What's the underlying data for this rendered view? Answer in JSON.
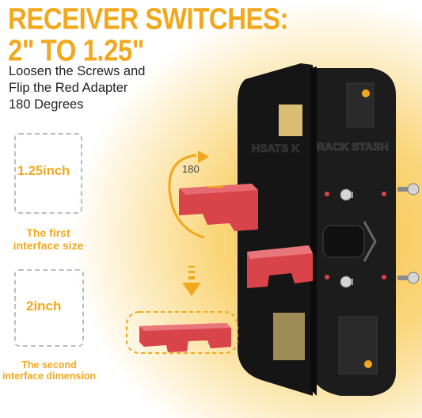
{
  "headline": {
    "line1": "RECEIVER SWITCHES:",
    "line2": "2\" TO 1.25\""
  },
  "instructions": [
    "Loosen the Screws and",
    "Flip the Red Adapter",
    "180 Degrees"
  ],
  "interfaces": [
    {
      "size": "1.25inch",
      "caption1": "The first",
      "caption2": "interface size"
    },
    {
      "size": "2inch",
      "caption1": "The second",
      "caption2": "interface dimension"
    }
  ],
  "rotation_label": "180",
  "brand_text": "RACK STASH",
  "brand_mirrored": "HSATS K",
  "colors": {
    "accent": "#f2a81d",
    "red_adapter": "#d9434a",
    "plate": "#1b1b1b"
  }
}
